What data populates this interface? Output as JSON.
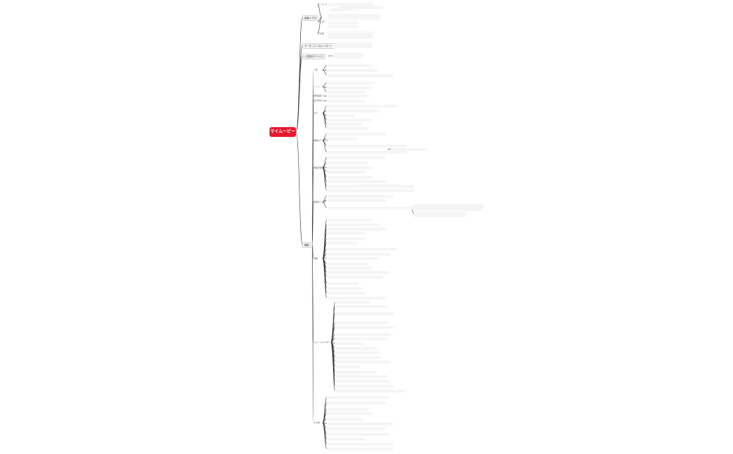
{
  "root": {
    "label": "マイムービー"
  },
  "colors": {
    "root_fill": "#e8172f",
    "root_text": "#ffffff",
    "line": "#333333",
    "node_box": "#f5f5f5"
  },
  "nodes": [
    {
      "id": "b1",
      "label": "画面入り口"
    },
    {
      "id": "b2",
      "label": "データ（ミニカレンダー）"
    },
    {
      "id": "b3",
      "label": "一覧表示デバイス"
    },
    {
      "id": "b4",
      "label": "機能"
    },
    {
      "id": "b1a",
      "label": "ホーム"
    },
    {
      "id": "b1b",
      "label": "ヘッダー"
    },
    {
      "id": "b1c",
      "label": "その他"
    },
    {
      "id": "b4a",
      "label": "一覧"
    },
    {
      "id": "b4b",
      "label": "ソート"
    },
    {
      "id": "b4c",
      "label": "検索設定"
    },
    {
      "id": "b4d",
      "label": "表示形式"
    },
    {
      "id": "b4e",
      "label": "タグ"
    },
    {
      "id": "b4f",
      "label": "動画のフィルター"
    },
    {
      "id": "b4g",
      "label": "動画の編集"
    },
    {
      "id": "b4h",
      "label": "動画のシェア"
    },
    {
      "id": "b4i",
      "label": "詳細"
    },
    {
      "id": "b4j",
      "label": "コメント/いいね"
    },
    {
      "id": "b4k",
      "label": "その他"
    }
  ]
}
